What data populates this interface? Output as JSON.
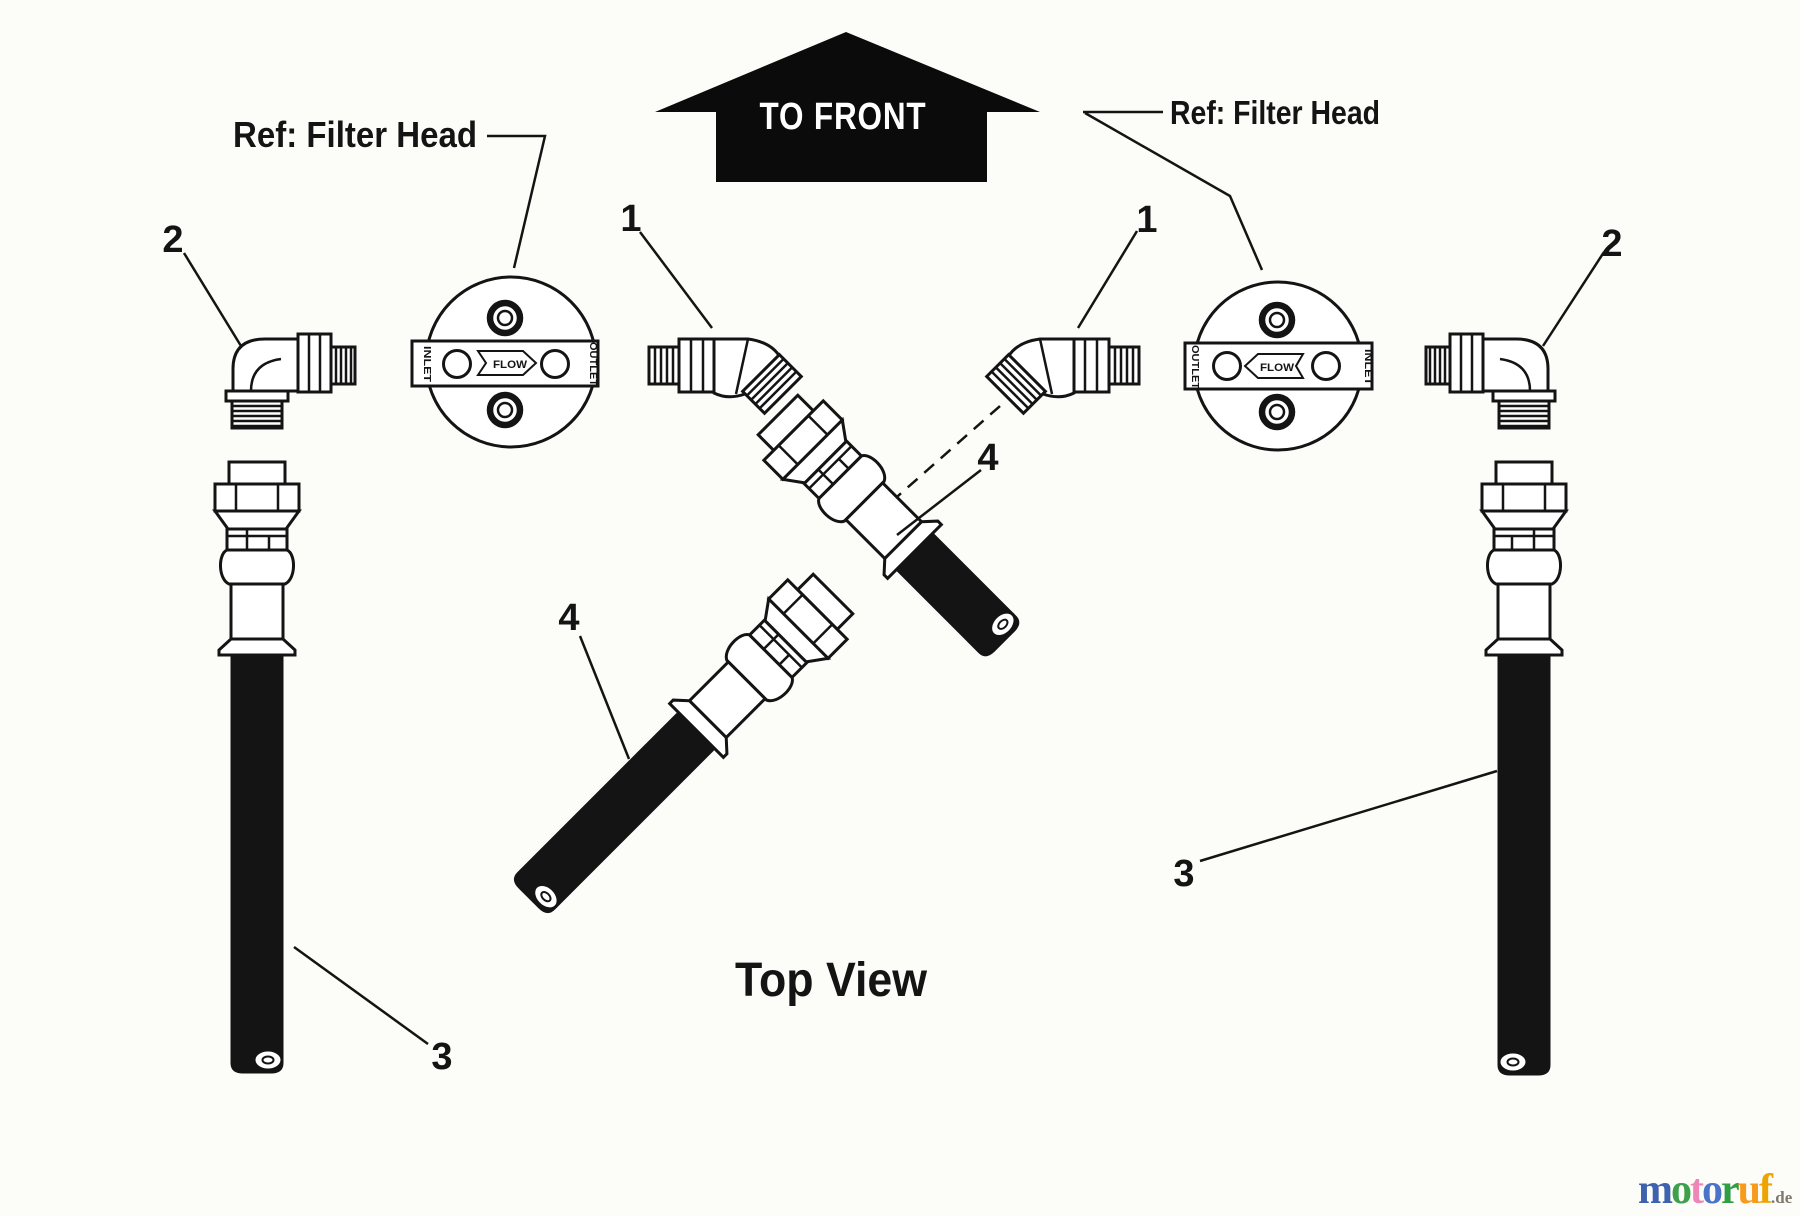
{
  "colors": {
    "ink": "#141414",
    "arrow_fill": "#0b0b0b",
    "background": "#fcfcf9",
    "logo_suffix": "#7d7a6e"
  },
  "arrow": {
    "label": "TO FRONT"
  },
  "labels": {
    "ref_left": "Ref: Filter Head",
    "ref_right": "Ref: Filter Head",
    "view": "Top View"
  },
  "callouts": {
    "one_left": "1",
    "one_right": "1",
    "two_left": "2",
    "two_right": "2",
    "three_left": "3",
    "three_right": "3",
    "four_lower": "4",
    "four_upper": "4"
  },
  "filter_head_left": {
    "inlet": "INLET",
    "flow": "FLOW",
    "outlet": "OUTLET"
  },
  "filter_head_right": {
    "outlet": "OUTLET",
    "flow": "FLOW",
    "inlet": "INLET"
  },
  "watermark": {
    "letters": [
      {
        "ch": "m",
        "color": "#3e62ae"
      },
      {
        "ch": "o",
        "color": "#3ea04b"
      },
      {
        "ch": "t",
        "color": "#ec87b8"
      },
      {
        "ch": "o",
        "color": "#4a74c8"
      },
      {
        "ch": "r",
        "color": "#2f9e44"
      },
      {
        "ch": "u",
        "color": "#f89b1c"
      },
      {
        "ch": "f",
        "color": "#eda400"
      }
    ],
    "suffix": ".de"
  }
}
